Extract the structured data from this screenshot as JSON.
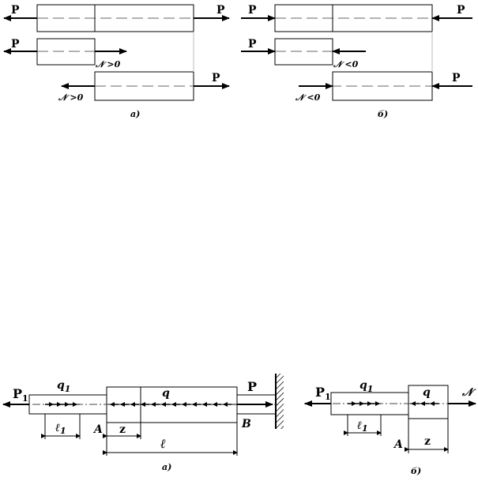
{
  "top_left": {
    "force_left": "P",
    "force_right": "P",
    "force_left_mid": "P",
    "force_right_bottom": "P",
    "internal_upper": "𝒩 >0",
    "internal_lower": "𝒩 >0",
    "caption": "а)"
  },
  "top_right": {
    "force_left": "P",
    "force_right": "P",
    "force_left_mid": "P",
    "force_right_bottom": "P",
    "internal_upper": "𝒩 <0",
    "internal_lower": "𝒩 <0",
    "caption": "б)"
  },
  "bottom_left": {
    "force_p1": "P",
    "force_p1_sub": "1",
    "load_q1": "q",
    "load_q1_sub": "1",
    "load_q": "q",
    "force_p": "P",
    "dim_l1": "ℓ",
    "dim_l1_sub": "1",
    "point_a": "A",
    "point_b": "B",
    "dim_z": "z",
    "dim_l": "ℓ",
    "caption": "а)"
  },
  "bottom_right": {
    "force_p1": "P",
    "force_p1_sub": "1",
    "load_q1": "q",
    "load_q1_sub": "1",
    "load_q": "q",
    "internal_n": "𝒩",
    "dim_l1": "ℓ",
    "dim_l1_sub": "1",
    "point_a": "A",
    "dim_z": "z",
    "caption": "б)"
  }
}
